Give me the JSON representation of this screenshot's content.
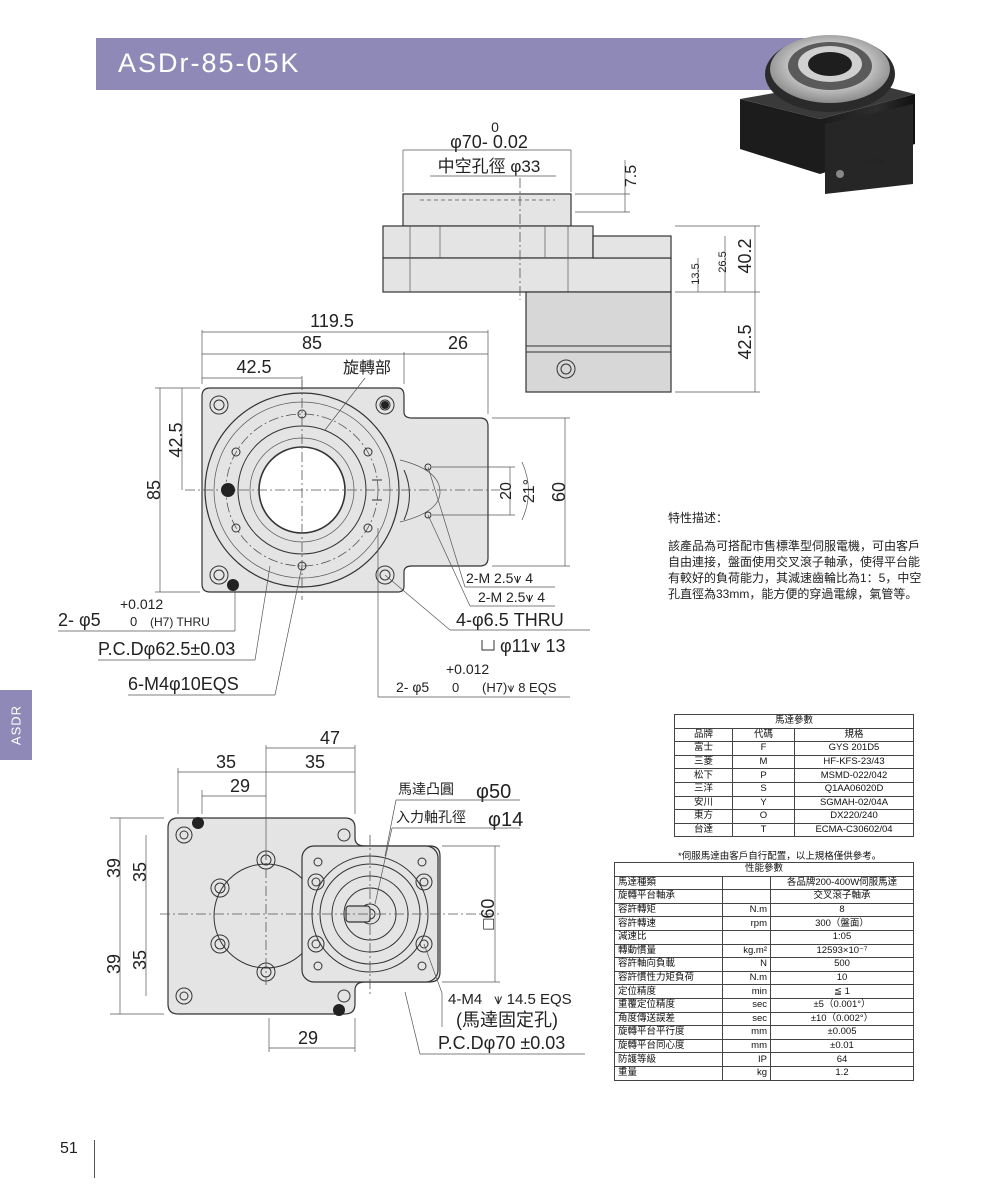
{
  "header": {
    "title": "ASDr-85-05K",
    "side_tab": "ASDR"
  },
  "top_view": {
    "od_top": "0",
    "od_main": "φ70- 0.02",
    "hollow": "中空孔徑 φ33",
    "d_75": "7.5",
    "d_402": "40.2",
    "d_265": "26.5",
    "d_135": "13.5",
    "d_425_side": "42.5"
  },
  "front_view": {
    "d_1195": "119.5",
    "d_85": "85",
    "d_26": "26",
    "d_425": "42.5",
    "rotary": "旋轉部",
    "d_425_v": "42.5",
    "d_85_v": "85",
    "d_20": "20",
    "d_21": "21°",
    "d_60": "60",
    "m25_a": "2-M 2.5⩛ 4",
    "m25_b": "2-M 2.5⩛ 4",
    "thru": "4-φ6.5 THRU",
    "cbore": "φ11⩛ 13",
    "pin_tol_a": "+0.012",
    "pin_a": "2- φ5",
    "pin_a0": "0",
    "pin_a_fit": "(H7) THRU",
    "pcd": "P.C.Dφ62.5±0.03",
    "m4": "6-M4φ10EQS",
    "pin_tol_b": "+0.012",
    "pin_b": "2- φ5",
    "pin_b0": "0",
    "pin_b_fit": "(H7)⩛ 8 EQS"
  },
  "bottom_view": {
    "d_47": "47",
    "d_35a": "35",
    "d_35b": "35",
    "d_29a": "29",
    "motor_boss": "馬達凸圓",
    "boss_d": "φ50",
    "input_bore": "入力軸孔徑",
    "bore_d": "φ14",
    "d_39a": "39",
    "d_35c": "35",
    "d_39b": "39",
    "d_35d": "35",
    "d_sq60": "□60",
    "m4": "4-M4",
    "m4_depth": "⩛ 14.5 EQS",
    "m4_note": "(馬達固定孔)",
    "pcd": "P.C.Dφ70 ±0.03",
    "d_29b": "29"
  },
  "description": {
    "heading": "特性描述：",
    "body": "該產品為可搭配市售標準型伺服電機，可由客戶自由連接，盤面使用交叉滾子軸承，使得平台能有較好的負荷能力，其減速齒輪比為1：5，中空孔直徑為33mm，能方便的穿過電線，氣管等。"
  },
  "motor_table": {
    "title": "馬達參數",
    "headers": [
      "品牌",
      "代碼",
      "規格"
    ],
    "rows": [
      [
        "富士",
        "F",
        "GYS 201D5"
      ],
      [
        "三菱",
        "M",
        "HF-KFS-23/43"
      ],
      [
        "松下",
        "P",
        "MSMD-022/042"
      ],
      [
        "三洋",
        "S",
        "Q1AA06020D"
      ],
      [
        "安川",
        "Y",
        "SGMAH-02/04A"
      ],
      [
        "東方",
        "O",
        "DX220/240"
      ],
      [
        "台達",
        "T",
        "ECMA-C30602/04"
      ]
    ],
    "note": "*伺服馬達由客戶自行配置，以上規格僅供參考。"
  },
  "perf_table": {
    "title": "性能參數",
    "rows": [
      [
        "馬達種類",
        "",
        "各品牌200-400W伺服馬達"
      ],
      [
        "旋轉平台軸承",
        "",
        "交叉滾子軸承"
      ],
      [
        "容許轉矩",
        "N.m",
        "8"
      ],
      [
        "容許轉速",
        "rpm",
        "300（盤面）"
      ],
      [
        "減速比",
        "",
        "1:05"
      ],
      [
        "轉動慣量",
        "kg.m²",
        "12593×10⁻⁷"
      ],
      [
        "容許軸向負載",
        "N",
        "500"
      ],
      [
        "容許慣性力矩負荷",
        "N.m",
        "10"
      ],
      [
        "定位精度",
        "min",
        "≦ 1"
      ],
      [
        "重覆定位精度",
        "sec",
        "±5（0.001°）"
      ],
      [
        "角度傳送誤差",
        "sec",
        "±10（0.002°）"
      ],
      [
        "旋轉平台平行度",
        "mm",
        "±0.005"
      ],
      [
        "旋轉平台同心度",
        "mm",
        "±0.01"
      ],
      [
        "防護等級",
        "IP",
        "64"
      ],
      [
        "重量",
        "kg",
        "1.2"
      ]
    ]
  },
  "footer": {
    "page": "51"
  }
}
